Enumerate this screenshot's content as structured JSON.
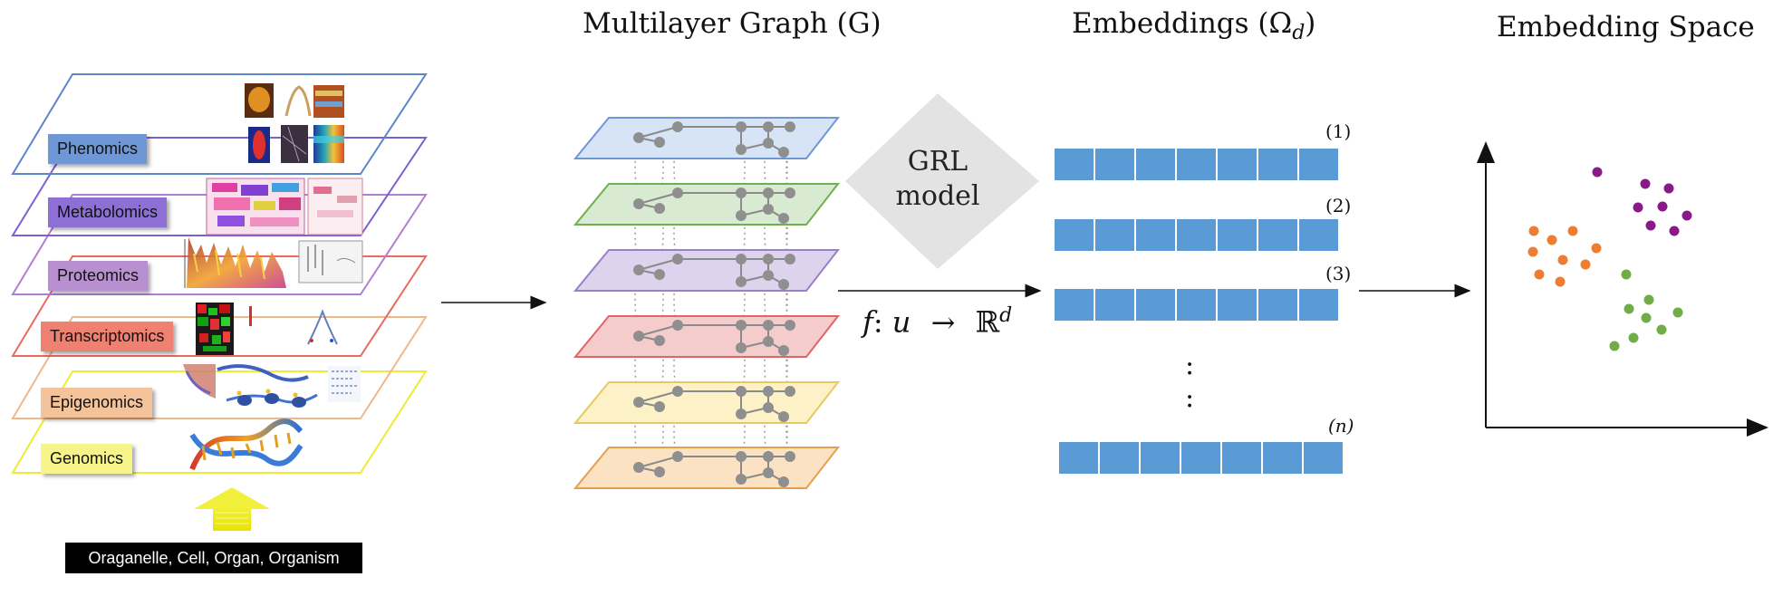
{
  "titles": {
    "graph": "Multilayer Graph (G)",
    "embeddings": "Embeddings (Ω",
    "embeddings_sub": "d",
    "embeddings_close": ")",
    "space": "Embedding Space"
  },
  "omics_layers": [
    {
      "label": "Phenomics",
      "color": "#6f97d6",
      "stroke": "#5b86c9"
    },
    {
      "label": "Metabolomics",
      "color": "#8d6fd6",
      "stroke": "#7d5fcf"
    },
    {
      "label": "Proteomics",
      "color": "#b890d0",
      "stroke": "#b07fd0"
    },
    {
      "label": "Transcriptomics",
      "color": "#f08070",
      "stroke": "#e86a5c"
    },
    {
      "label": "Epigenomics",
      "color": "#f5c39a",
      "stroke": "#f0b888"
    },
    {
      "label": "Genomics",
      "color": "#f7f58a",
      "stroke": "#ecec30"
    }
  ],
  "scale_label": "Oraganelle, Cell, Organ, Organism",
  "graph_layer_colors": [
    {
      "fill": "#d6e4f5",
      "stroke": "#6f97d6"
    },
    {
      "fill": "#d9ead3",
      "stroke": "#70b050"
    },
    {
      "fill": "#ddd3ec",
      "stroke": "#9a7fc9"
    },
    {
      "fill": "#f5cccc",
      "stroke": "#e06666"
    },
    {
      "fill": "#fdf1c8",
      "stroke": "#e8c860"
    },
    {
      "fill": "#fbe2c2",
      "stroke": "#e4a050"
    }
  ],
  "grl": {
    "line1": "GRL",
    "line2": "model",
    "fill": "#e3e3e3"
  },
  "mapping": {
    "f": "f",
    "colon": ":",
    "u": "u",
    "arrow": "→",
    "R": "ℝ",
    "d": "d"
  },
  "embedding_vectors": [
    {
      "index": "(1)"
    },
    {
      "index": "(2)"
    },
    {
      "index": "(3)"
    },
    {
      "index": "(n)"
    }
  ],
  "embedding_color": "#5b9bd5",
  "vdots": ":",
  "clusters": [
    {
      "color": "#8b1a89",
      "points": [
        [
          1411,
          152
        ],
        [
          1464,
          165
        ],
        [
          1490,
          170
        ],
        [
          1456,
          191
        ],
        [
          1483,
          190
        ],
        [
          1510,
          200
        ],
        [
          1470,
          211
        ],
        [
          1496,
          217
        ]
      ]
    },
    {
      "color": "#ed7d31",
      "points": [
        [
          1341,
          217
        ],
        [
          1361,
          227
        ],
        [
          1384,
          217
        ],
        [
          1340,
          240
        ],
        [
          1373,
          249
        ],
        [
          1410,
          236
        ],
        [
          1347,
          265
        ],
        [
          1370,
          273
        ],
        [
          1398,
          254
        ]
      ]
    },
    {
      "color": "#70ad47",
      "points": [
        [
          1443,
          265
        ],
        [
          1446,
          303
        ],
        [
          1468,
          293
        ],
        [
          1465,
          313
        ],
        [
          1500,
          307
        ],
        [
          1430,
          344
        ],
        [
          1451,
          335
        ],
        [
          1482,
          326
        ]
      ]
    }
  ]
}
